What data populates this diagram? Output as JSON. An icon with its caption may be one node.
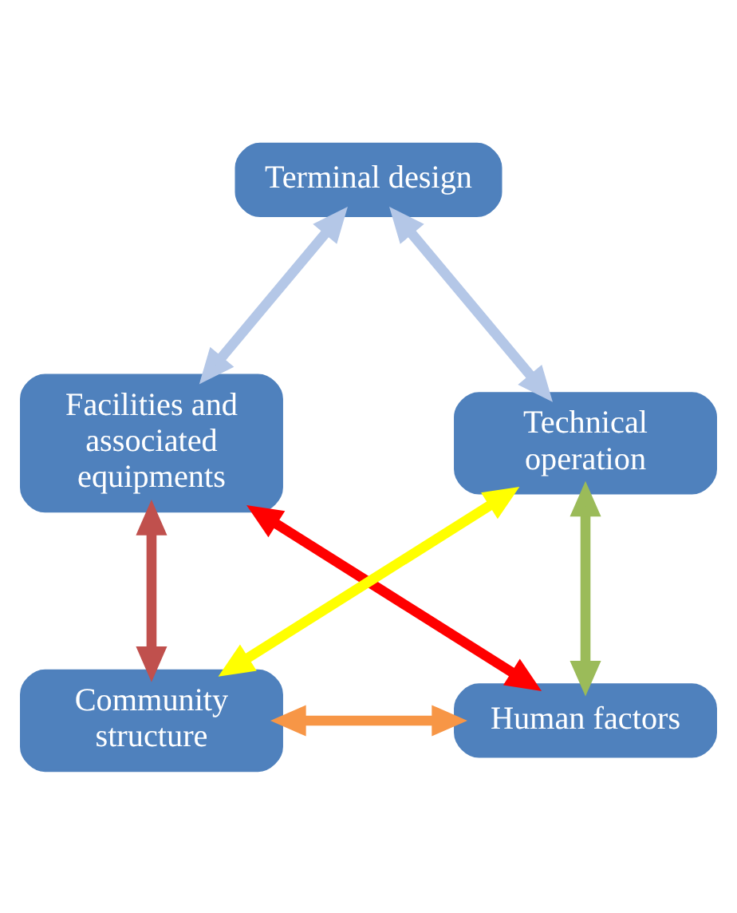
{
  "diagram": {
    "nodes": [
      {
        "text": [
          "Terminal design"
        ]
      },
      {
        "text": [
          "Facilities and associated equipments"
        ]
      },
      {
        "text": [
          "Technical operation"
        ]
      },
      {
        "text": [
          "Community structure"
        ]
      },
      {
        "text": [
          "Human factors"
        ]
      }
    ],
    "edges": [
      {
        "from": 0,
        "to": 1,
        "arrow": "both",
        "color": "#b4c7e7"
      },
      {
        "from": 0,
        "to": 2,
        "arrow": "both",
        "color": "#b4c7e7"
      },
      {
        "from": 1,
        "to": 3,
        "arrow": "both",
        "color": "#c0504d"
      },
      {
        "from": 2,
        "to": 4,
        "arrow": "both",
        "color": "#9bbb59"
      },
      {
        "from": 1,
        "to": 4,
        "arrow": "both",
        "color": "#ff0000"
      },
      {
        "from": 3,
        "to": 2,
        "arrow": "both",
        "color": "#ffff00"
      },
      {
        "from": 3,
        "to": 4,
        "arrow": "both",
        "color": "#f79646"
      }
    ]
  }
}
